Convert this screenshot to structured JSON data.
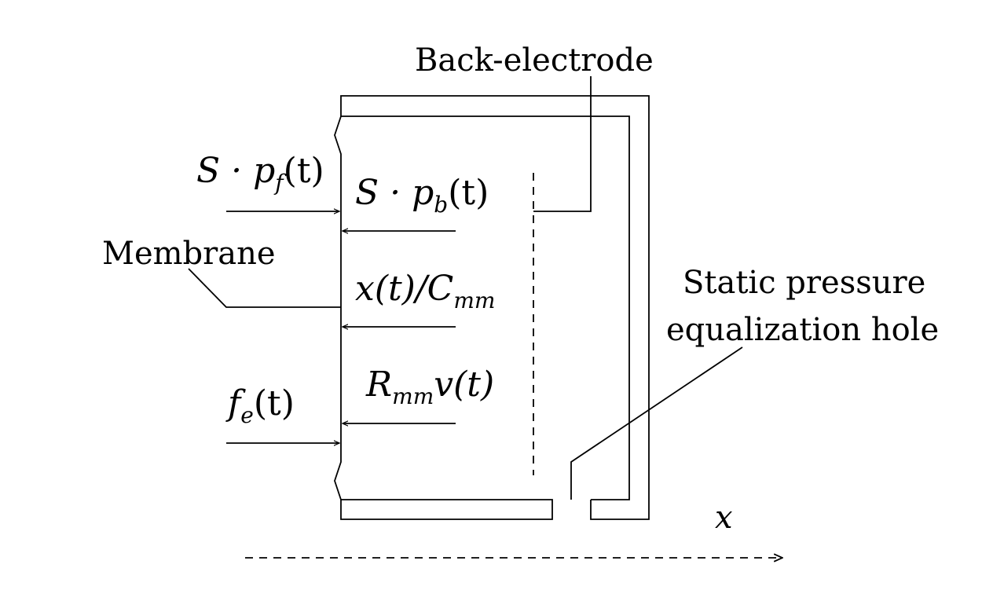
{
  "labels": {
    "back_electrode": "Back-electrode",
    "membrane": "Membrane",
    "static_pressure_line1": "Static pressure",
    "static_pressure_line2": "equalization hole",
    "x_axis": "x"
  },
  "forces": {
    "front_pressure": {
      "base": "S · p",
      "sub": "f",
      "tail": "(t)"
    },
    "back_pressure": {
      "base": "S · p",
      "sub": "b",
      "tail": "(t)"
    },
    "compliance": {
      "base": "x(t)/C",
      "sub": "mm",
      "tail": ""
    },
    "damping": {
      "base": "R",
      "sub": "mm",
      "tail": "v(t)"
    },
    "electrostatic": {
      "base": "f",
      "sub": "e",
      "tail": "(t)"
    }
  }
}
